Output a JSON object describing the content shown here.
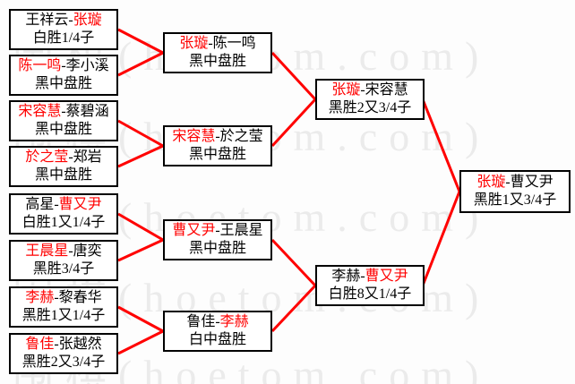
{
  "watermark": {
    "text": "围棋(hoetom.com)",
    "color": "#ebebeb"
  },
  "colors": {
    "connector": "#ff0000",
    "winner": "#ff0000",
    "box_border": "#000000",
    "box_bg": "#ffffff"
  },
  "separator": "-",
  "matches": [
    {
      "round": 1,
      "p1": "王祥云",
      "p2": "张璇",
      "result": "白胜1/4子",
      "winner": 2
    },
    {
      "round": 1,
      "p1": "陈一鸣",
      "p2": "李小溪",
      "result": "黑中盘胜",
      "winner": 1
    },
    {
      "round": 1,
      "p1": "宋容慧",
      "p2": "蔡碧涵",
      "result": "黑中盘胜",
      "winner": 1
    },
    {
      "round": 1,
      "p1": "於之莹",
      "p2": "郑岩",
      "result": "黑中盘胜",
      "winner": 1
    },
    {
      "round": 1,
      "p1": "高星",
      "p2": "曹又尹",
      "result": "白胜1又1/4子",
      "winner": 2
    },
    {
      "round": 1,
      "p1": "王晨星",
      "p2": "唐奕",
      "result": "黑胜3/4子",
      "winner": 1
    },
    {
      "round": 1,
      "p1": "李赫",
      "p2": "黎春华",
      "result": "黑胜1又1/4子",
      "winner": 1
    },
    {
      "round": 1,
      "p1": "鲁佳",
      "p2": "张越然",
      "result": "黑胜2又3/4子",
      "winner": 1
    },
    {
      "round": 2,
      "p1": "张璇",
      "p2": "陈一鸣",
      "result": "黑中盘胜",
      "winner": 1
    },
    {
      "round": 2,
      "p1": "宋容慧",
      "p2": "於之莹",
      "result": "黑中盘胜",
      "winner": 1
    },
    {
      "round": 2,
      "p1": "曹又尹",
      "p2": "王晨星",
      "result": "黑中盘胜",
      "winner": 1
    },
    {
      "round": 2,
      "p1": "鲁佳",
      "p2": "李赫",
      "result": "白中盘胜",
      "winner": 2
    },
    {
      "round": 3,
      "p1": "张璇",
      "p2": "宋容慧",
      "result": "黑胜2又3/4子",
      "winner": 1
    },
    {
      "round": 3,
      "p1": "李赫",
      "p2": "曹又尹",
      "result": "白胜8又1/4子",
      "winner": 2
    },
    {
      "round": 4,
      "p1": "张璇",
      "p2": "曹又尹",
      "result": "黑胜1又3/4子",
      "winner": 1
    }
  ]
}
